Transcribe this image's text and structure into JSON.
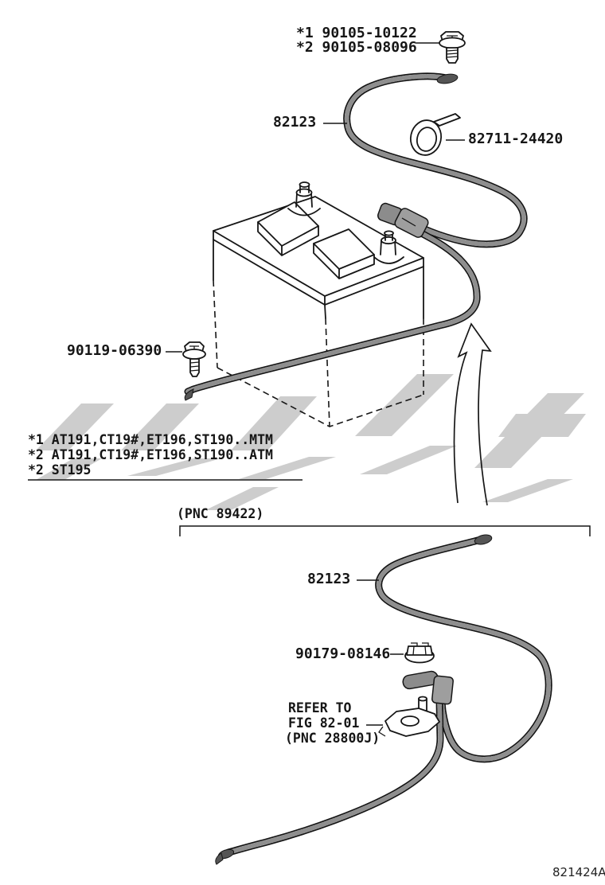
{
  "diagram": {
    "code": "821424A",
    "colors": {
      "ink": "#161616",
      "watermark": "#cdcdcd",
      "background": "#ffffff"
    },
    "top_figure": {
      "bolt_label_1": "*1 90105-10122",
      "bolt_label_2": "*2 90105-08096",
      "cable_label": "82123",
      "clamp_label": "82711-24420",
      "bolt_left_label": "90119-06390",
      "footnotes": [
        "*1 AT191,CT19#,ET196,ST190..MTM",
        "*2 AT191,CT19#,ET196,ST190..ATM",
        "*2 ST195"
      ]
    },
    "bottom_figure": {
      "pnc_label": "(PNC 89422)",
      "cable_label": "82123",
      "nut_label": "90179-08146",
      "refer_note": [
        "REFER TO",
        "FIG 82-01",
        "(PNC 28800J)"
      ]
    },
    "icons": {
      "top_bolt": "hex-flange-bolt-icon",
      "left_bolt": "hex-flange-bolt-icon",
      "clamp": "hose-clamp-icon",
      "nut": "flange-nut-icon",
      "terminal": "battery-terminal-clamp-icon",
      "arrow": "curved-direction-arrow-icon",
      "watermark": "watermark-logo"
    }
  }
}
